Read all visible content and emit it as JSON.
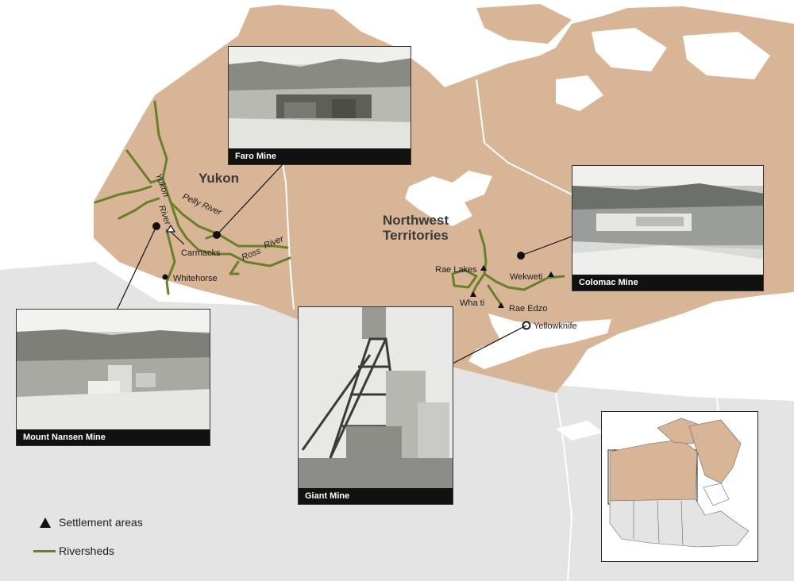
{
  "colors": {
    "land": "#d8b597",
    "other_land": "#e4e4e4",
    "water": "#ffffff",
    "river": "#6b7f2a",
    "caption_bg": "#111111"
  },
  "regions": {
    "yukon": "Yukon",
    "nwt_line1": "Northwest",
    "nwt_line2": "Territories"
  },
  "rivers": {
    "yukon_1": "Yukon",
    "yukon_2": "River",
    "pelly": "Pelly River",
    "ross_1": "Ross",
    "ross_2": "River"
  },
  "places": {
    "carmacks": "Carmacks",
    "whitehorse": "Whitehorse",
    "rae_lakes": "Rae Lakes",
    "wekweti": "Wekweti",
    "whati": "Wha ti",
    "rae_edzo": "Rae Edzo",
    "yellowknife": "Yellowknife"
  },
  "photos": {
    "faro": "Faro Mine",
    "mount_nansen": "Mount Nansen Mine",
    "giant": "Giant Mine",
    "colomac": "Colomac Mine"
  },
  "legend": {
    "settlement": "Settlement areas",
    "riversheds": "Riversheds"
  },
  "icons": {
    "settlement": "triangle-icon",
    "mine": "dot-icon",
    "city": "open-circle-icon"
  }
}
